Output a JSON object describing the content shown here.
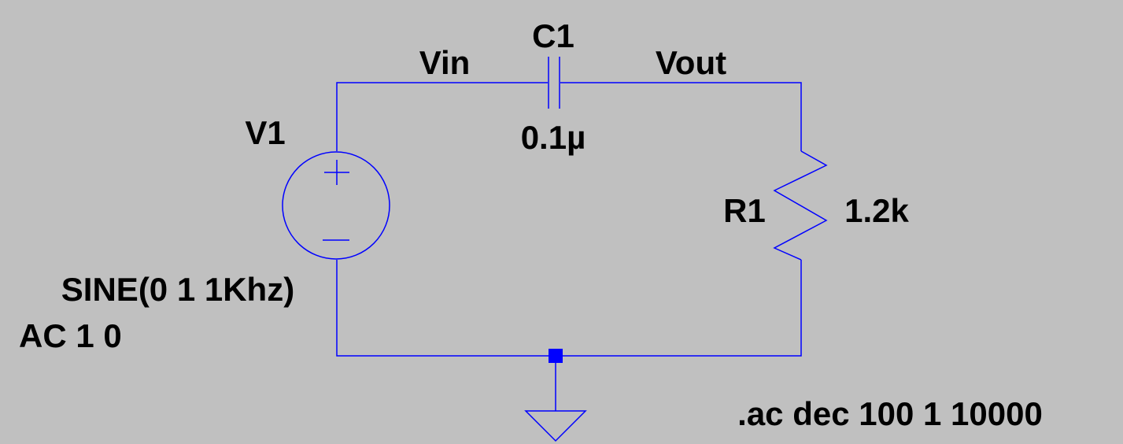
{
  "schematic": {
    "source": {
      "name": "V1",
      "line1": "SINE(0 1 1Khz)",
      "line2": "AC 1 0"
    },
    "capacitor": {
      "name": "C1",
      "value": "0.1µ"
    },
    "resistor": {
      "name": "R1",
      "value": "1.2k"
    },
    "nets": {
      "input": "Vin",
      "output": "Vout"
    },
    "directive": ".ac dec 100 1 10000"
  },
  "colors": {
    "background": "#c0c0c0",
    "wire": "#0000ff",
    "text": "#000000"
  }
}
